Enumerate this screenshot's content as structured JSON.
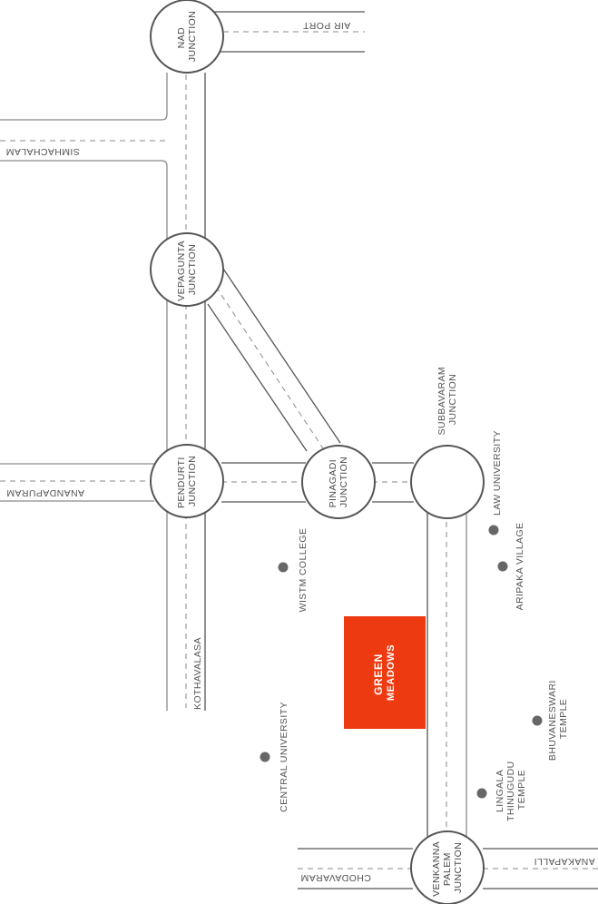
{
  "junctions": {
    "nad": [
      "NAD",
      "JUNCTION"
    ],
    "vepagunta": [
      "VEPAGUNTA",
      "JUNCTION"
    ],
    "pendurti": [
      "PENDURTI",
      "JUNCTION"
    ],
    "pinagadi": [
      "PINAGADI",
      "JUNCTION"
    ],
    "subbavaram": [
      "SUBBAVARAM",
      "JUNCTION"
    ],
    "venkanna": [
      "VENKANNA",
      "PALEM",
      "JUNCTION"
    ]
  },
  "roads": {
    "airport": "AIR PORT",
    "simhachalam": "SIMHACHALAM",
    "anandapuram": "ANANDAPURAM",
    "kothavalasa": "KOTHAVALASA",
    "anakapalli": "ANAKAPALLI",
    "chodavaram": "CHODAVARAM"
  },
  "places": {
    "wistm": "WISTM COLLEGE",
    "law": "LAW UNIVERSITY",
    "aripaka": "ARIPAKA VILLAGE",
    "central": "CENTRAL UNIVERSITY",
    "lingala": [
      "LINGALA",
      "THINUGUDU",
      "TEMPLE"
    ],
    "bhuvaneswari": [
      "BHUVANESWARI",
      "TEMPLE"
    ]
  },
  "project": [
    "GREEN",
    "MEADOWS"
  ],
  "colors": {
    "project_fill": "#ee3a11",
    "road": "#555555",
    "poi": "#666666"
  }
}
